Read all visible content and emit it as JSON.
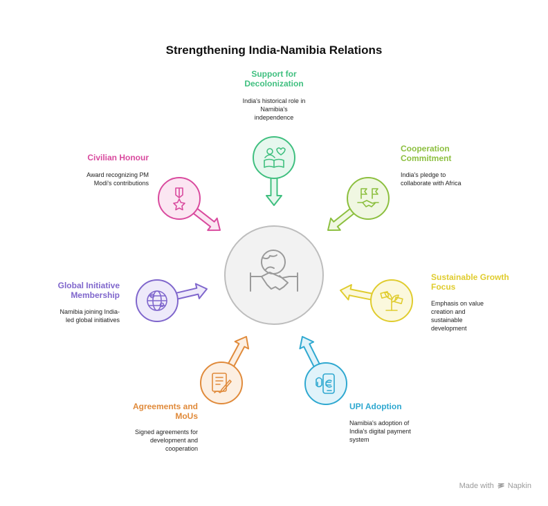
{
  "title": "Strengthening India-Namibia Relations",
  "center_icon": "handshake-globe-icon",
  "nodes": [
    {
      "key": "decolonization",
      "label": "Support for Decolonization",
      "label_lines": [
        "Support for",
        "Decolonization"
      ],
      "desc": "India's historical role in Namibia's independence",
      "desc_lines": [
        "India's historical role in",
        "Namibia's",
        "independence"
      ],
      "color": "#3fbf7f",
      "fill": "#e6f7ee",
      "icon": "person-heart-book-icon"
    },
    {
      "key": "cooperation",
      "label": "Cooperation Commitment",
      "label_lines": [
        "Cooperation",
        "Commitment"
      ],
      "desc": "India's pledge to collaborate with Africa",
      "desc_lines": [
        "India's pledge to",
        "collaborate with Africa"
      ],
      "color": "#8cbf3f",
      "fill": "#f0f7e2",
      "icon": "handshake-flags-icon"
    },
    {
      "key": "growth",
      "label": "Sustainable Growth Focus",
      "label_lines": [
        "Sustainable Growth",
        "Focus"
      ],
      "desc": "Emphasis on value creation and sustainable development",
      "desc_lines": [
        "Emphasis on value",
        "creation and",
        "sustainable",
        "development"
      ],
      "color": "#e0cc2e",
      "fill": "#fbf8dd",
      "icon": "money-plant-icon"
    },
    {
      "key": "upi",
      "label": "UPI Adoption",
      "label_lines": [
        "UPI Adoption"
      ],
      "desc": "Namibia's adoption of India's digital payment system",
      "desc_lines": [
        "Namibia's adoption of",
        "India's digital payment",
        "system"
      ],
      "color": "#2ea8d0",
      "fill": "#e0f3fa",
      "icon": "phone-payment-icon"
    },
    {
      "key": "agreements",
      "label": "Agreements and MoUs",
      "label_lines": [
        "Agreements and",
        "MoUs"
      ],
      "desc": "Signed agreements for development and cooperation",
      "desc_lines": [
        "Signed agreements for",
        "development and",
        "cooperation"
      ],
      "color": "#e08a3a",
      "fill": "#fcefe2",
      "icon": "document-sign-icon"
    },
    {
      "key": "global",
      "label": "Global Initiative Membership",
      "label_lines": [
        "Global Initiative",
        "Membership"
      ],
      "desc": "Namibia joining India-led global initiatives",
      "desc_lines": [
        "Namibia joining India-",
        "led global initiatives"
      ],
      "color": "#7f66cc",
      "fill": "#eeeafa",
      "icon": "globe-network-icon"
    },
    {
      "key": "honour",
      "label": "Civilian Honour",
      "label_lines": [
        "Civilian Honour"
      ],
      "desc": "Award recognizing PM Modi's contributions",
      "desc_lines": [
        "Award recognizing PM",
        "Modi's contributions"
      ],
      "color": "#d94a9e",
      "fill": "#fbe6f2",
      "icon": "medal-star-icon"
    }
  ],
  "footer": {
    "made_with": "Made with",
    "brand": "Napkin"
  }
}
